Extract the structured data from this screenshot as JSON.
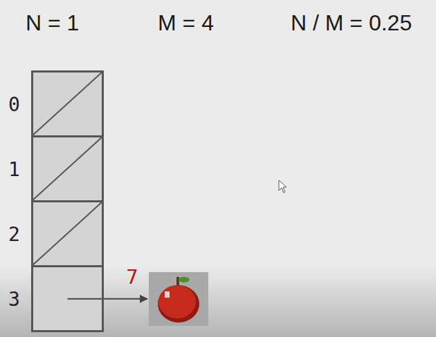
{
  "diagram": {
    "nodes": [
      {
        "text": [
          "0"
        ]
      },
      {
        "text": [
          "1"
        ]
      },
      {
        "text": [
          "2"
        ]
      },
      {
        "text": [
          "3"
        ]
      },
      {
        "text": [
          "7"
        ]
      }
    ],
    "edges": [
      {
        "from": 3,
        "to": 4,
        "arrow": "to"
      }
    ],
    "labels": [
      "N = 1",
      "M = 4",
      "N / M = 0.25"
    ]
  }
}
